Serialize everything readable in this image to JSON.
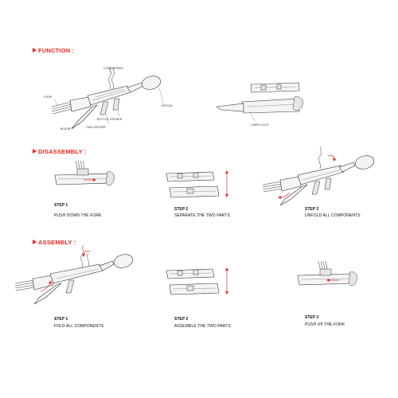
{
  "sections": {
    "function": {
      "title": "FUNCTION :"
    },
    "disassembly": {
      "title": "DISASSEMBLY :"
    },
    "assembly": {
      "title": "ASSEMBLY :"
    }
  },
  "callouts": {
    "corkscrew": "CORKSCREW",
    "fork": "FORK",
    "spoon": "SPOON",
    "bottle_opener": "BOTTLE OPENER",
    "blade": "BLADE",
    "can_opener": "CAN OPENER",
    "liner_lock": "LINER LOCK"
  },
  "disassembly_steps": [
    {
      "num": "STEP 1",
      "text": "PUSH DOWN THE FORK"
    },
    {
      "num": "STEP 2",
      "text": "SEPARATE THE TWO PARTS"
    },
    {
      "num": "STEP 3",
      "text": "UNFOLD ALL COMPONENTS"
    }
  ],
  "assembly_steps": [
    {
      "num": "STEP 1",
      "text": "FOLD ALL COMPONENTS"
    },
    {
      "num": "STEP 2",
      "text": "ASSEMBLE THE TWO PARTS"
    },
    {
      "num": "STEP 3",
      "text": "PUSH UP THE FORK"
    }
  ],
  "colors": {
    "accent": "#e8261f",
    "line": "#333333"
  }
}
